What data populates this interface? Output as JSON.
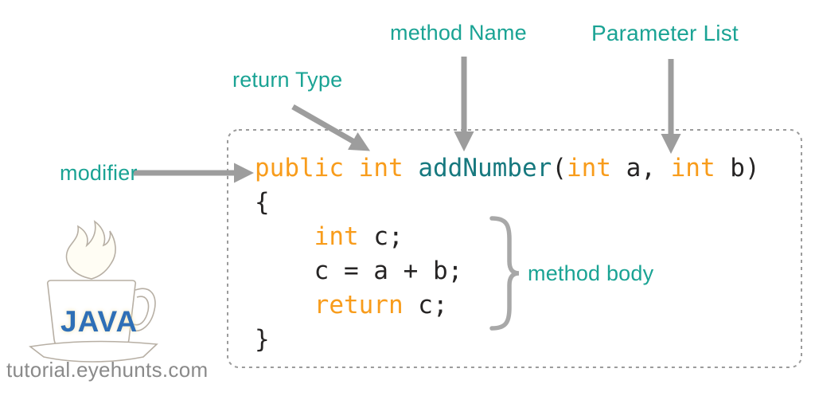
{
  "labels": {
    "modifier": "modifier",
    "return_type": "return Type",
    "method_name": "method Name",
    "parameter_list": "Parameter List",
    "method_body": "method body"
  },
  "code": {
    "lines": [
      [
        {
          "text": "public",
          "style": "keyword"
        },
        {
          "text": " ",
          "style": "plain"
        },
        {
          "text": "int",
          "style": "keyword"
        },
        {
          "text": " ",
          "style": "plain"
        },
        {
          "text": "addNumber",
          "style": "method"
        },
        {
          "text": "(",
          "style": "plain"
        },
        {
          "text": "int",
          "style": "keyword"
        },
        {
          "text": " a, ",
          "style": "plain"
        },
        {
          "text": "int",
          "style": "keyword"
        },
        {
          "text": " b)",
          "style": "plain"
        }
      ],
      [
        {
          "text": "{",
          "style": "plain"
        }
      ],
      [
        {
          "text": "    ",
          "style": "plain"
        },
        {
          "text": "int",
          "style": "keyword"
        },
        {
          "text": " c;",
          "style": "plain"
        }
      ],
      [
        {
          "text": "    c = a + b;",
          "style": "plain"
        }
      ],
      [
        {
          "text": "    ",
          "style": "plain"
        },
        {
          "text": "return",
          "style": "keyword"
        },
        {
          "text": " c;",
          "style": "plain"
        }
      ],
      [
        {
          "text": "}",
          "style": "plain"
        }
      ]
    ]
  },
  "logo": {
    "cup_text": "JAVA"
  },
  "footer": {
    "site": "tutorial.eyehunts.com"
  },
  "colors": {
    "keyword": "#f89c1b",
    "method": "#17797f",
    "plain": "#262424",
    "label": "#1aa394",
    "arrow": "#9d9d9d",
    "brace": "#a8a8a8",
    "border": "#9b9b9b",
    "blue": "#2e6fb7",
    "muted": "#8a8a8a",
    "cup_outline": "#b7afa4",
    "flame_fill": "#fffdf4"
  }
}
